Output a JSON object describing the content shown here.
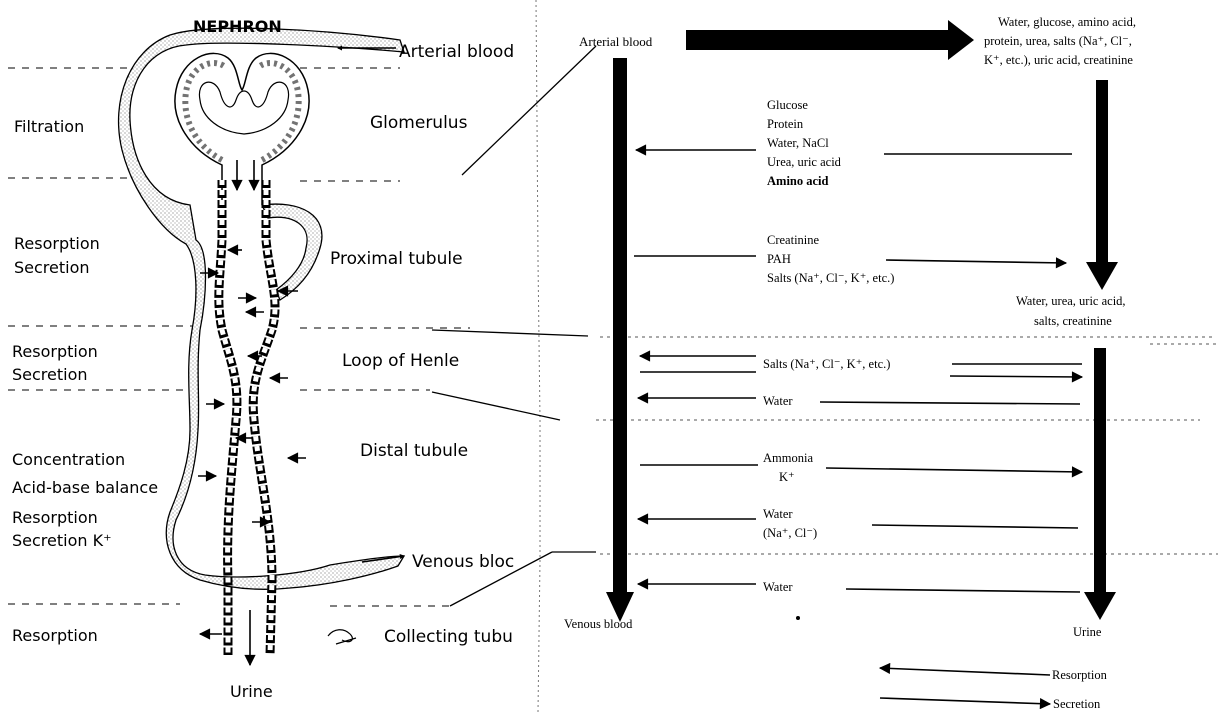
{
  "nephron": {
    "title": "NEPHRON",
    "functions": {
      "filtration": "Filtration",
      "resorption_1": "Resorption",
      "secretion_1": "Secretion",
      "resorption_2": "Resorption",
      "secretion_2": "Secretion",
      "concentration": "Concentration",
      "acid_base": "Acid-base balance",
      "resorption_3": "Resorption",
      "secretion_k": "Secretion K⁺",
      "resorption_4": "Resorption"
    },
    "parts": {
      "arterial_blood": "Arterial blood",
      "glomerulus": "Glomerulus",
      "proximal_tubule": "Proximal tubule",
      "loop_of_henle": "Loop of Henle",
      "distal_tubule": "Distal tubule",
      "venous_blood": "Venous bloc",
      "collecting_tubule": "Collecting tubu",
      "urine": "Urine"
    }
  },
  "flow": {
    "arterial_blood": "Arterial blood",
    "filtrate": [
      "Water, glucose, amino acid,",
      "protein, urea, salts (Na⁺, Cl⁻,",
      "K⁺, etc.), uric acid, creatinine"
    ],
    "proximal_resorbed": [
      "Glucose",
      "Protein",
      "Water, NaCl",
      "Urea, uric acid",
      "Amino acid"
    ],
    "proximal_secreted": [
      "Creatinine",
      "PAH",
      "Salts (Na⁺, Cl⁻, K⁺, etc.)"
    ],
    "after_proximal": [
      "Water, urea, uric acid,",
      "salts, creatinine"
    ],
    "henle_salts": "Salts (Na⁺, Cl⁻, K⁺, etc.)",
    "henle_water": "Water",
    "distal_secreted": [
      "Ammonia",
      "K⁺"
    ],
    "distal_resorbed": [
      "Water",
      "(Na⁺, Cl⁻)"
    ],
    "collecting_water": "Water",
    "venous_blood": "Venous blood",
    "urine": "Urine"
  },
  "legend": {
    "resorption": "Resorption",
    "secretion": "Secretion"
  }
}
